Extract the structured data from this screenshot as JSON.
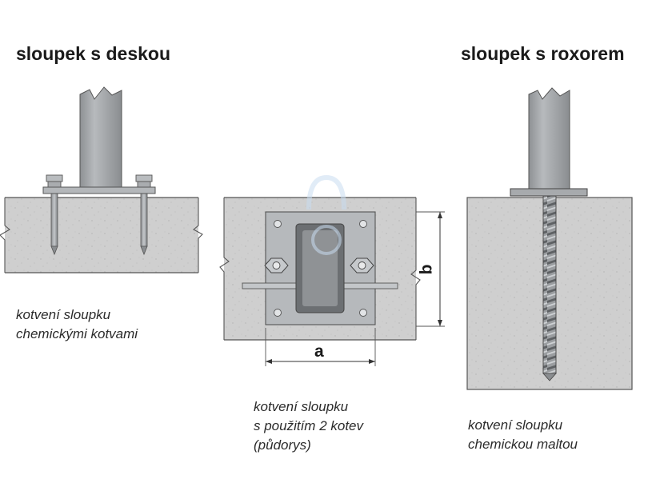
{
  "left": {
    "title": "sloupek s deskou",
    "caption": [
      "kotvení sloupku",
      "chemickými kotvami"
    ]
  },
  "middle": {
    "caption": [
      "kotvení sloupku",
      "s použitím 2 kotev",
      "(půdorys)"
    ],
    "dim_a": "a",
    "dim_b": "b"
  },
  "right": {
    "title": "sloupek s roxorem",
    "caption": [
      "kotvení sloupku",
      "chemickou maltou"
    ]
  },
  "colors": {
    "concrete": "#cfcfcf",
    "steel": "#a9acaf",
    "steel_dark": "#6f7275",
    "watermark": "#c9dcf0"
  }
}
